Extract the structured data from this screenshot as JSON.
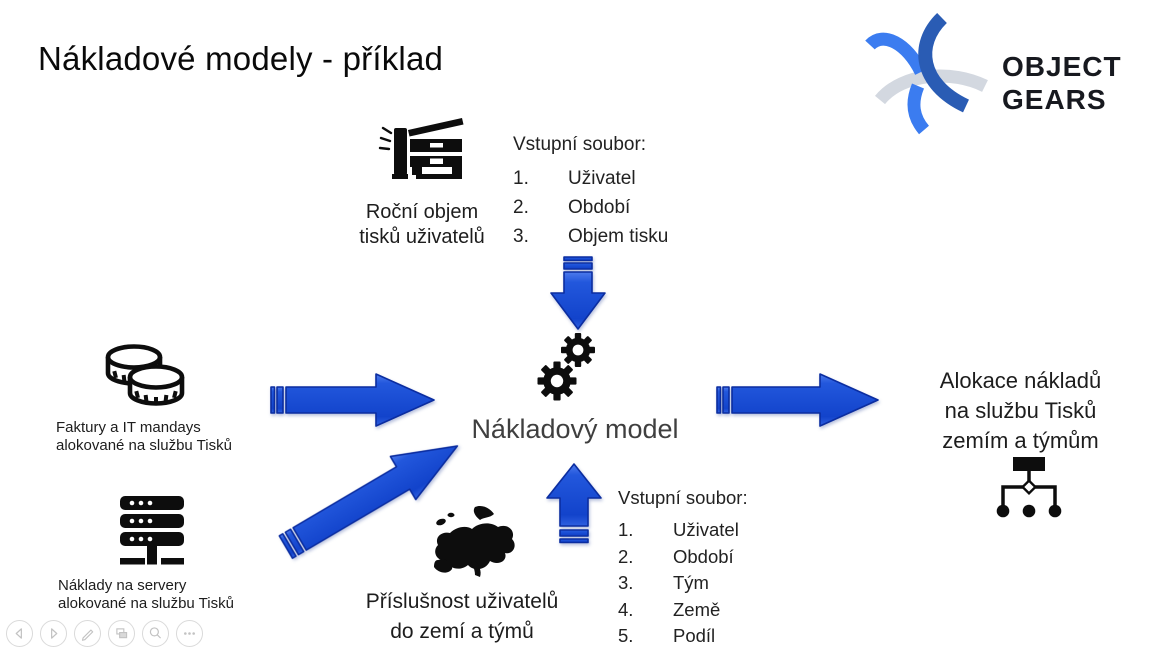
{
  "slide": {
    "title": "Nákladové modely - příklad",
    "logo": {
      "word1": "OBJECT",
      "word2": "GEARS"
    },
    "printer": {
      "caption1": "Roční objem",
      "caption2": "tisků uživatelů"
    },
    "input_top": {
      "heading": "Vstupní soubor:",
      "items": [
        {
          "num": "1.",
          "text": "Uživatel"
        },
        {
          "num": "2.",
          "text": "Období"
        },
        {
          "num": "3.",
          "text": "Objem tisku"
        }
      ]
    },
    "coins": {
      "caption1": "Faktury a IT mandays",
      "caption2": "alokované na službu Tisků"
    },
    "servers": {
      "caption1": "Náklady na servery",
      "caption2": "alokované na službu Tisků"
    },
    "model": {
      "label": "Nákladový model"
    },
    "europe": {
      "caption1": "Příslušnost uživatelů",
      "caption2": "do zemí a týmů"
    },
    "input_bottom": {
      "heading": "Vstupní soubor:",
      "items": [
        {
          "num": "1.",
          "text": "Uživatel"
        },
        {
          "num": "2.",
          "text": "Období"
        },
        {
          "num": "3.",
          "text": "Tým"
        },
        {
          "num": "4.",
          "text": "Země"
        },
        {
          "num": "5.",
          "text": "Podíl"
        }
      ]
    },
    "output": {
      "caption1": "Alokace nákladů",
      "caption2": "na službu Tisků",
      "caption3": "zemím a týmům"
    },
    "icons": {
      "printer": "printer-icon",
      "coins": "coins-icon",
      "servers": "server-icon",
      "model": "gears-icon",
      "europe": "europe-map-icon",
      "output": "org-chart-icon"
    },
    "colors": {
      "arrow_blue": "#1746cd",
      "arrow_border": "#0b2da0",
      "icon_black": "#0d0d0d",
      "logo_light_blue": "#3b7cf0",
      "logo_dark_blue": "#2a5cb4",
      "logo_gray": "#d3d8e0"
    }
  },
  "toolbar": {
    "buttons": [
      {
        "name": "previous-slide"
      },
      {
        "name": "next-slide"
      },
      {
        "name": "pen-tools"
      },
      {
        "name": "see-all-slides"
      },
      {
        "name": "zoom-slide"
      },
      {
        "name": "more-options"
      }
    ]
  }
}
